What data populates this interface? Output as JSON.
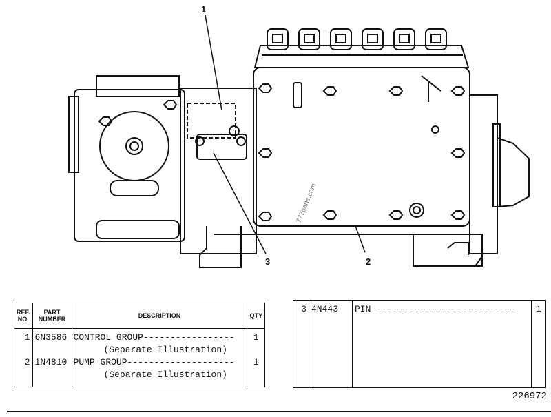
{
  "callouts": [
    "1",
    "2",
    "3"
  ],
  "watermark": "777parts.com",
  "table_left": {
    "headers": {
      "ref_no": "REF. NO.",
      "part_number": "PART NUMBER",
      "description": "DESCRIPTION",
      "qty": "QTY"
    },
    "rows": [
      {
        "ref": "1",
        "part": "6N3586",
        "desc": "CONTROL GROUP-----------------",
        "note": "(Separate Illustration)",
        "qty": "1"
      },
      {
        "ref": "2",
        "part": "1N4810",
        "desc": "PUMP GROUP--------------------",
        "note": "(Separate Illustration)",
        "qty": "1"
      }
    ]
  },
  "table_right": {
    "rows": [
      {
        "ref": "3",
        "part": "4N443",
        "desc": "PIN---------------------------",
        "qty": "1"
      }
    ]
  },
  "drawing_number": "226972"
}
